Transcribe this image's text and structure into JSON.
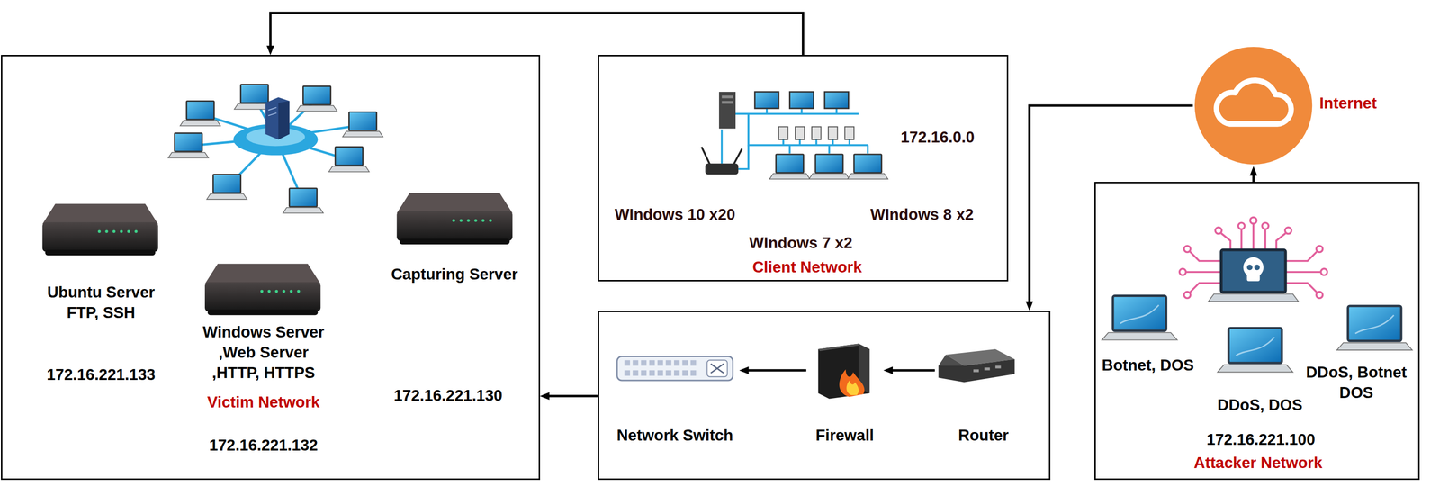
{
  "diagram": {
    "nodes": [
      {
        "text": [
          "Ubuntu Server FTP, SSH",
          "172.16.221.133",
          "Windows Server ,Web Server ,HTTP, HTTPS",
          "Victim Network",
          "172.16.221.132",
          "Capturing Server",
          "172.16.221.130"
        ]
      },
      {
        "text": [
          "172.16.0.0",
          "WIndows 10 x20",
          "WIndows 8 x2",
          "WIndows 7 x2",
          "Client Network"
        ]
      },
      {
        "text": [
          "Internet"
        ]
      },
      {
        "text": [
          "Botnet, DOS",
          "DDoS, DOS",
          "DDoS, Botnet DOS",
          "172.16.221.100",
          "Attacker Network"
        ]
      },
      {
        "text": []
      },
      {
        "text": [
          "Network Switch"
        ],
        "in": 4
      },
      {
        "text": [
          "Firewall"
        ],
        "in": 4
      },
      {
        "text": [
          "Router"
        ],
        "in": 4
      }
    ],
    "edges": [
      {
        "from": 1,
        "to": 0,
        "arrow": "to"
      },
      {
        "from": 3,
        "to": 2,
        "arrow": "to"
      },
      {
        "from": 2,
        "to": 4,
        "arrow": "to"
      },
      {
        "from": 4,
        "to": 0,
        "arrow": "to"
      },
      {
        "from": 7,
        "to": 6,
        "arrow": "to"
      },
      {
        "from": 6,
        "to": 5,
        "arrow": "to"
      }
    ]
  }
}
